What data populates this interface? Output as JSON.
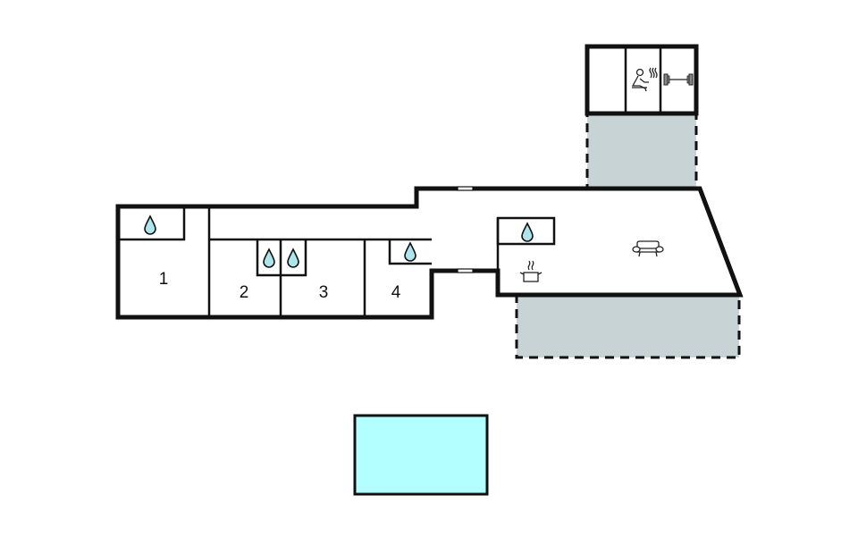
{
  "plan": {
    "rooms": [
      {
        "id": "1",
        "label": "1"
      },
      {
        "id": "2",
        "label": "2"
      },
      {
        "id": "3",
        "label": "3"
      },
      {
        "id": "4",
        "label": "4"
      }
    ],
    "icons": [
      "water-drop-icon",
      "sauna-icon",
      "fitness-dumbbell-icon",
      "cooking-pot-icon",
      "sofa-armchair-icon"
    ],
    "areas": [
      "terrace-top",
      "terrace-bottom",
      "swimming-pool",
      "wellness-annex"
    ],
    "colors": {
      "wall": "#111111",
      "terrace": "#c7d3d4",
      "pool": "#b3ffff",
      "water": "#aee4ec"
    }
  }
}
